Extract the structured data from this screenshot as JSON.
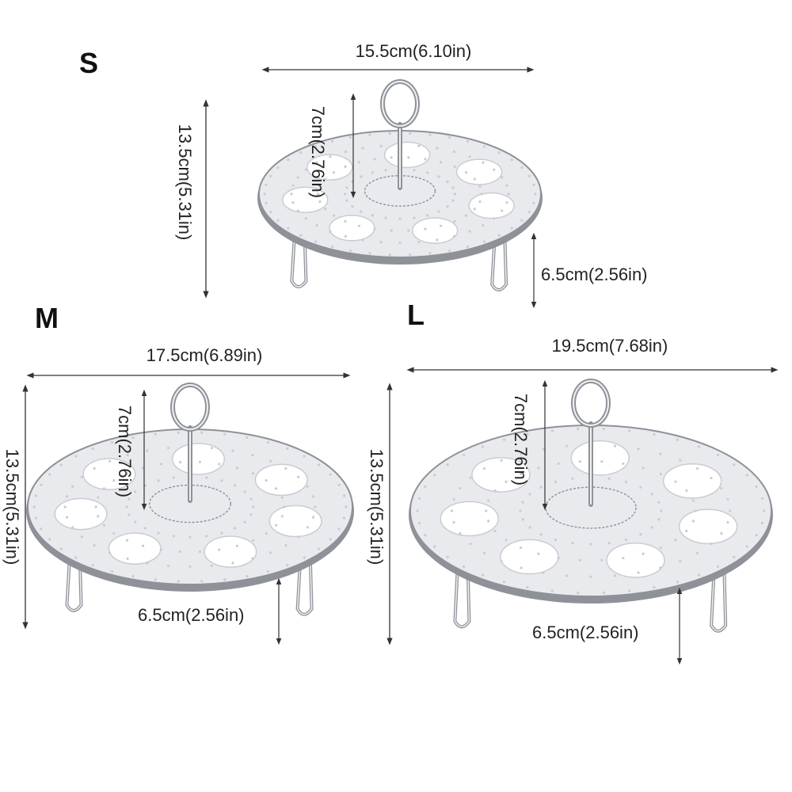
{
  "sizes": {
    "small": {
      "label": "S",
      "diameter": "15.5cm(6.10in)",
      "total_height": "13.5cm(5.31in)",
      "handle_height": "7cm(2.76in)",
      "leg_height": "6.5cm(2.56in)"
    },
    "medium": {
      "label": "M",
      "diameter": "17.5cm(6.89in)",
      "total_height": "13.5cm(5.31in)",
      "handle_height": "7cm(2.76in)",
      "leg_height": "6.5cm(2.56in)"
    },
    "large": {
      "label": "L",
      "diameter": "19.5cm(7.68in)",
      "total_height": "13.5cm(5.31in)",
      "handle_height": "7cm(2.76in)",
      "leg_height": "6.5cm(2.56in)"
    }
  },
  "colors": {
    "metal": "#c9ccd1",
    "metal_dark": "#8e9298",
    "plate": "#e8eaee",
    "line": "#333333"
  }
}
